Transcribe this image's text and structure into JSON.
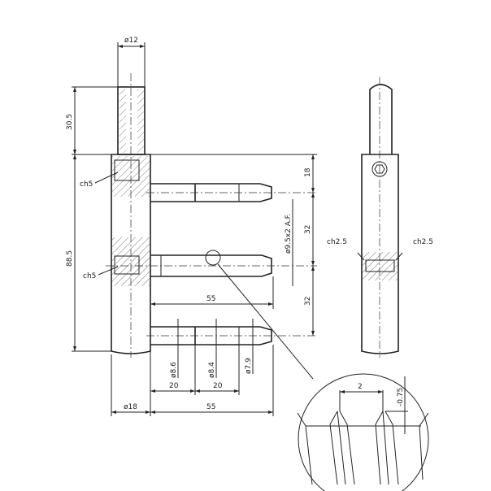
{
  "drawing": {
    "dims": {
      "pin_dia": "ø12",
      "pin_height": "30.5",
      "total_height": "88.5",
      "chamfer_top": "ch5",
      "chamfer_mid": "ch5",
      "offset_top": "18",
      "spacing_1": "32",
      "spacing_2": "32",
      "hex": "ø9.5x2 A.F.",
      "pin_length_top": "55",
      "dia_1": "ø8.6",
      "dia_2": "ø8.4",
      "dia_3": "ø7.9",
      "seg_1": "20",
      "seg_2": "20",
      "body_dia": "ø18",
      "pin_length_bottom": "55"
    },
    "side_view": {
      "chamfer_left": "ch2.5",
      "chamfer_right": "ch2.5"
    },
    "detail": {
      "width": "2",
      "depth": "-0.75"
    }
  }
}
